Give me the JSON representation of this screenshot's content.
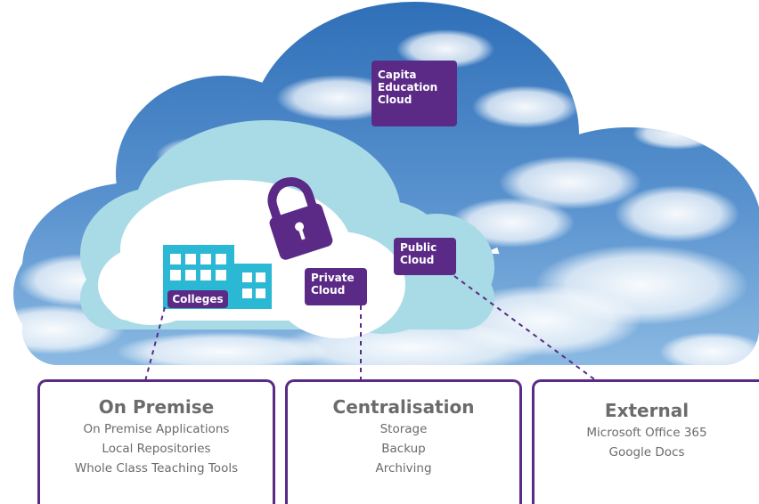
{
  "labels": {
    "capita": [
      "Capita",
      "Education",
      "Cloud"
    ],
    "public": [
      "Public",
      "Cloud"
    ],
    "private": [
      "Private",
      "Cloud"
    ],
    "colleges": "Colleges"
  },
  "panels": [
    {
      "title": "On Premise",
      "items": [
        "On Premise Applications",
        "Local Repositories",
        "Whole Class Teaching Tools"
      ]
    },
    {
      "title": "Centralisation",
      "items": [
        "Storage",
        "Backup",
        "Archiving"
      ]
    },
    {
      "title": "External",
      "items": [
        "Microsoft Office 365",
        "Google Docs"
      ]
    }
  ],
  "colors": {
    "purple": "#5b2a86",
    "sky_blue": "#4f86c6",
    "inner_cloud": "#a9dbe6",
    "building": "#2bb8d4"
  }
}
